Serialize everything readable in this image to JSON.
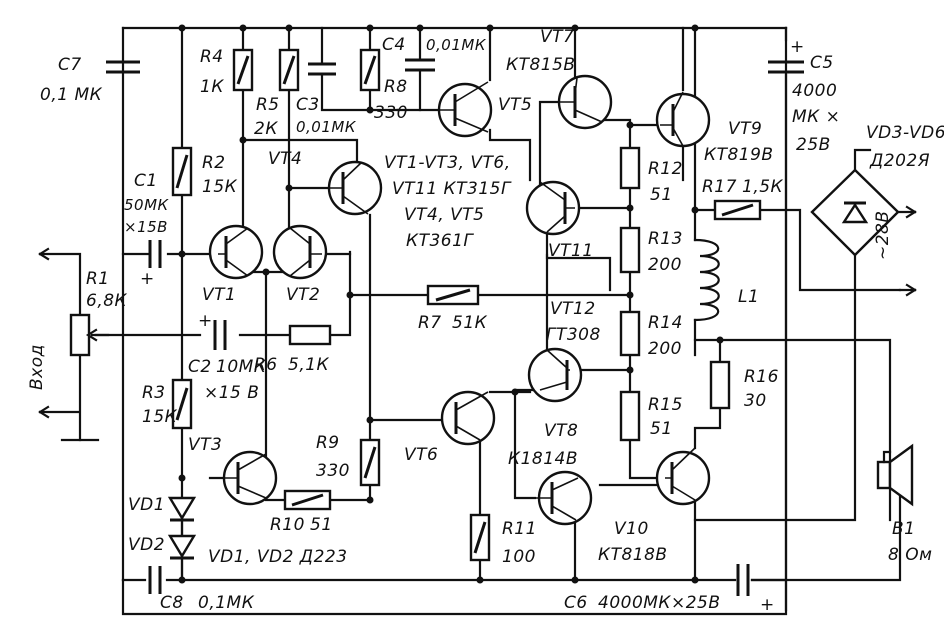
{
  "labels": {
    "c7_name": "C7",
    "c7_val": "0,1 МК",
    "r4_name": "R4",
    "r4_val": "1К",
    "r5_name": "R5",
    "r5_val": "2К",
    "c3_name": "C3",
    "c3_val": "0,01МК",
    "c4_name": "C4",
    "c4_val": "0,01МК",
    "r8_name": "R8",
    "r8_val": "330",
    "vt7_name": "VT7",
    "vt7_type": "КТ815В",
    "vt5_name": "VT5",
    "vt9_name": "VT9",
    "vt9_type": "КТ819В",
    "c5_name": "C5",
    "c5_val1": "4000",
    "c5_val2": "МК ×",
    "c5_val3": "25В",
    "vd_bridge_name": "VD3-VD6",
    "vd_bridge_type": "Д202Я",
    "r2_name": "R2",
    "r2_val": "15К",
    "c1_name": "C1",
    "c1_val1": "50МК",
    "c1_val2": "×15В",
    "vt4_name": "VT4",
    "note1": "VT1-VT3, VT6,",
    "note2": "VT11 КТ315Г",
    "note3": "VT4, VT5",
    "note4": "КТ361Г",
    "r12_name": "R12",
    "r12_val": "51",
    "r17_name": "R17",
    "r17_val": "1,5К",
    "vt11_name": "VT11",
    "r13_name": "R13",
    "r13_val": "200",
    "ac_label": "~28В",
    "r1_name": "R1",
    "r1_val": "6,8К",
    "vt1_name": "VT1",
    "vt2_name": "VT2",
    "r7_name": "R7",
    "r7_val": "51К",
    "vt12_name": "VT12",
    "vt12_type": "ГТ308",
    "l1_name": "L1",
    "r14_name": "R14",
    "r14_val": "200",
    "input_label": "Вход",
    "c2_name": "C2",
    "c2_val1": "10МК",
    "c2_val2": "×15 В",
    "r6_name": "R6",
    "r6_val": "5,1К",
    "r16_name": "R16",
    "r16_val": "30",
    "r3_name": "R3",
    "r3_val": "15К",
    "r15_name": "R15",
    "r15_val": "51",
    "vt3_name": "VT3",
    "r9_name": "R9",
    "r9_val": "330",
    "vt6_name": "VT6",
    "vt8_name": "VT8",
    "vt8_type": "К1814В",
    "vd1_name": "VD1",
    "r10_name": "R10",
    "r10_val": "51",
    "r11_name": "R11",
    "r11_val": "100",
    "vt10_name": "V10",
    "vt10_type": "КТ818В",
    "b1_name": "B1",
    "b1_val": "8 Ом",
    "vd2_name": "VD2",
    "vd12_note": "VD1, VD2  Д223",
    "c8_name": "C8",
    "c8_val": "0,1МК",
    "c6_name": "C6",
    "c6_val": "4000МК×25В",
    "plus_sign": "+"
  }
}
